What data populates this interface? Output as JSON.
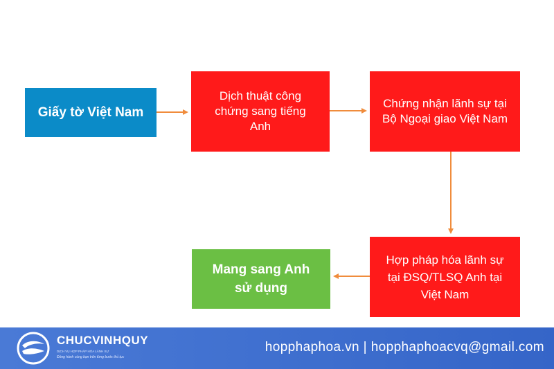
{
  "nodes": {
    "source": "Giấy tờ Việt Nam",
    "translation": "Dịch thuật công chứng sang tiếng Anh",
    "certification": "Chứng nhận lãnh sự tại Bộ Ngoại giao Việt Nam",
    "legalization": "Hợp pháp hóa lãnh sự tại ĐSQ/TLSQ Anh tại Việt Nam",
    "destination": "Mang sang Anh sử dụng"
  },
  "footer": {
    "brand": "CHUCVINHQUY",
    "brand_tagline": "DỊCH VỤ HỢP PHÁP HÓA LÃNH SỰ",
    "brand_slogan": "Đồng hành cùng bạn trên từng bước thủ tục",
    "contact": "hopphaphoa.vn | hopphaphoacvq@gmail.com"
  },
  "colors": {
    "blue_box": "#0b8bc8",
    "red_box": "#ff1a1a",
    "green_box": "#6bbf44",
    "arrow": "#f08c3c",
    "footer_bg": "#3f6fd0"
  },
  "icons": {
    "logo": "chucvinhquy-logo-icon"
  }
}
